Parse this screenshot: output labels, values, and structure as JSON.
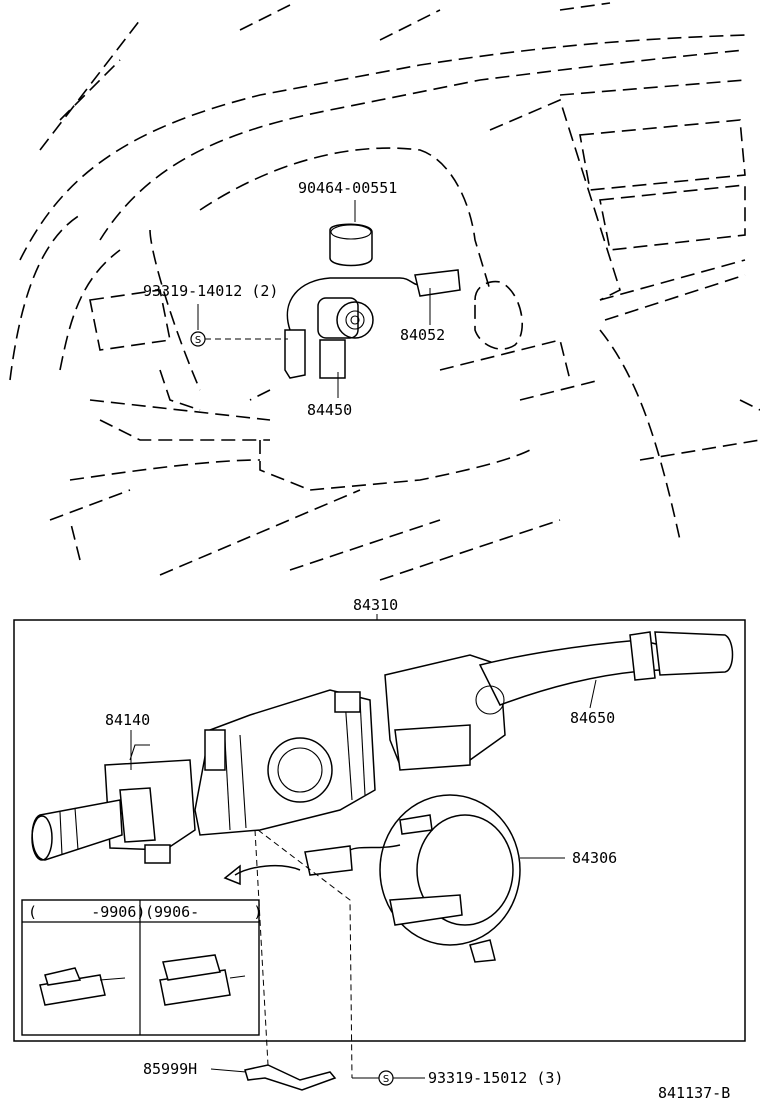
{
  "labels": {
    "bolt_90464": "90464-00551",
    "screw_93319_top": "93319-14012 (2)",
    "harness_84052": "84052",
    "switch_84450": "84450",
    "assembly_84310": "84310",
    "switch_84140": "84140",
    "switch_84650": "84650",
    "spiral_84306": "84306",
    "clamp_85999H": "85999H",
    "screw_93319_bottom": "93319-15012 (3)",
    "drawing_number": "841137-B"
  },
  "screw_symbol": "S",
  "inset": {
    "col1_header": "(      -9906)",
    "col2_header": "(9906-      )"
  }
}
